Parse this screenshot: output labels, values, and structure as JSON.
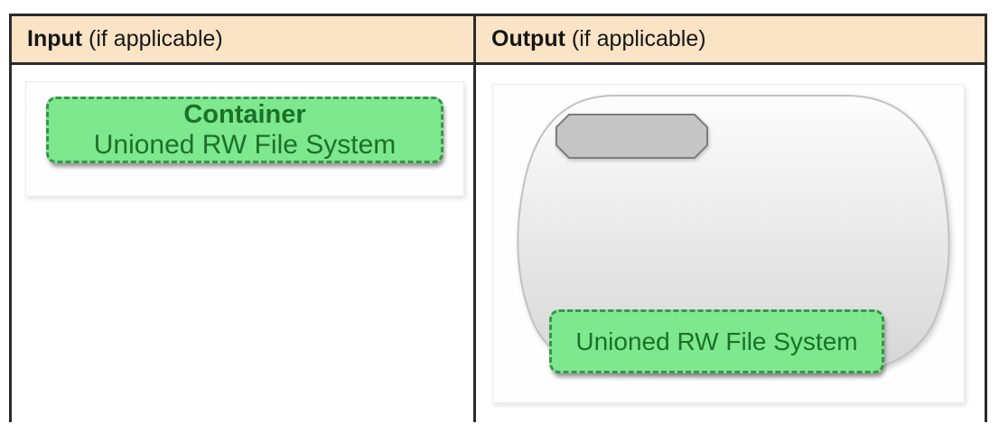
{
  "table": {
    "header": {
      "input": {
        "bold": "Input",
        "rest": " (if applicable)"
      },
      "output": {
        "bold": "Output",
        "rest": " (if applicable)"
      }
    },
    "input_cell": {
      "container_box": {
        "title": "Container",
        "subtitle": "Unioned RW File System"
      }
    },
    "output_cell": {
      "fs_box": {
        "label": "Unioned RW File System"
      }
    }
  },
  "colors": {
    "header_bg": "#FAE4C5",
    "table_border": "#2B2B2B",
    "green_fill": "#7DE88D",
    "green_border": "#3E9250",
    "green_text": "#1B7129",
    "gray_fill": "#C5C5C5",
    "gray_border": "#7C7C7C",
    "blob_top": "#FDFDFD",
    "blob_bottom": "#D6D6D6",
    "blob_stroke": "#C2C2C2"
  }
}
